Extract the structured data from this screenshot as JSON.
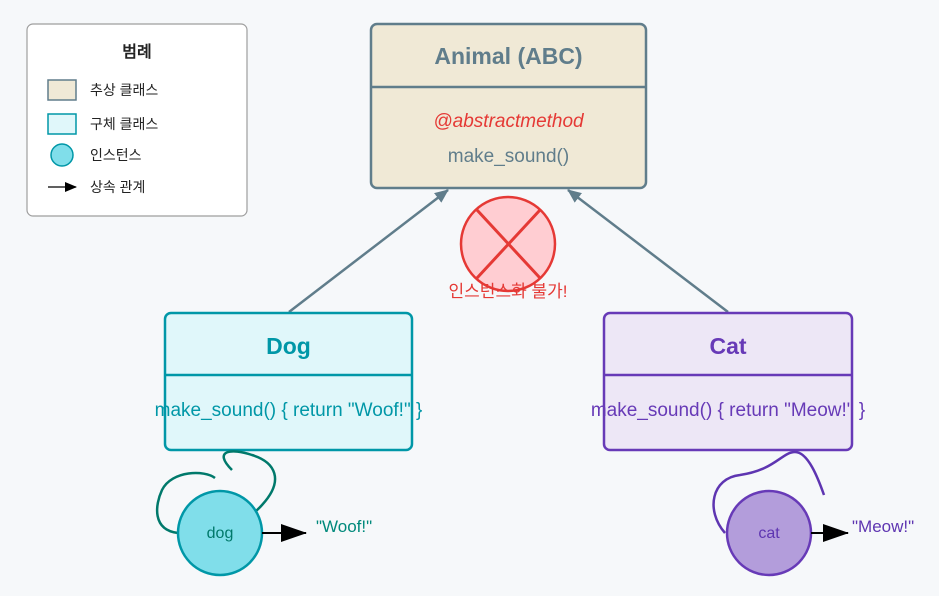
{
  "legend": {
    "title": "범례",
    "items": [
      {
        "label": "추상 클래스",
        "swatch": "abstract"
      },
      {
        "label": "구체 클래스",
        "swatch": "concrete"
      },
      {
        "label": "인스턴스",
        "swatch": "instance"
      },
      {
        "label": "상속 관계",
        "swatch": "arrow"
      }
    ]
  },
  "classes": {
    "animal": {
      "title": "Animal (ABC)",
      "decorator": "@abstractmethod",
      "method": "make_sound()"
    },
    "dog": {
      "title": "Dog",
      "method": "make_sound() { return \"Woof!\" }"
    },
    "cat": {
      "title": "Cat",
      "method": "make_sound() { return \"Meow!\" }"
    }
  },
  "no_instance": {
    "label": "인스턴스화 불가!"
  },
  "instances": {
    "dog": {
      "name": "dog",
      "output": "\"Woof!\""
    },
    "cat": {
      "name": "cat",
      "output": "\"Meow!\""
    }
  },
  "colors": {
    "abstract_fill": "#f0e9d6",
    "abstract_stroke": "#607d8b",
    "dog_fill": "#e0f7fa",
    "dog_stroke": "#0097a7",
    "cat_fill": "#ede7f6",
    "cat_stroke": "#673ab7",
    "error": "#e53935",
    "error_fill": "#ffcdd2",
    "dog_instance_fill": "#80deea",
    "cat_instance_fill": "#b39ddb",
    "dog_text": "#00897b",
    "cat_text": "#5e35b1"
  }
}
